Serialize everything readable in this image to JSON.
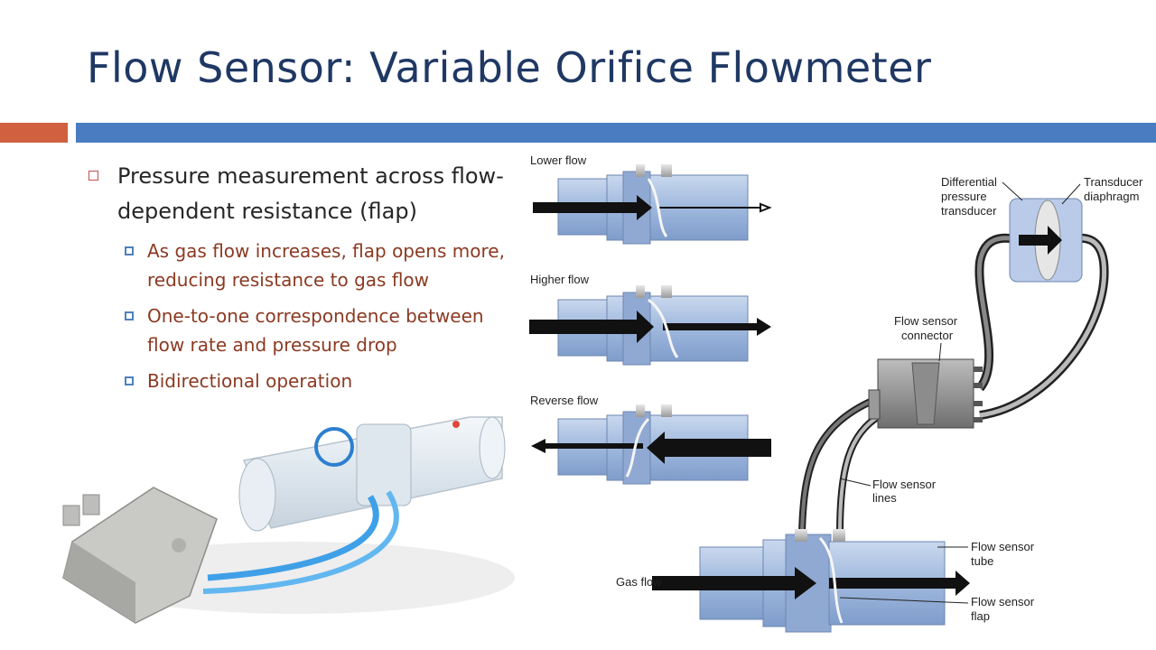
{
  "slide": {
    "title": "Flow Sensor: Variable Orifice Flowmeter",
    "colors": {
      "title": "#1f3864",
      "accent_orange": "#d0603f",
      "accent_blue": "#4a7cc2",
      "sub_text": "#8b3a22"
    }
  },
  "bullets": {
    "main": "Pressure measurement across flow-dependent resistance (flap)",
    "sub": [
      "As gas flow increases, flap opens more, reducing resistance to gas flow",
      "One-to-one correspondence between flow rate and pressure drop",
      "Bidirectional operation"
    ]
  },
  "diagram": {
    "panels": [
      "Lower flow",
      "Higher flow",
      "Reverse flow"
    ],
    "labels": {
      "differential_line1": "Differential",
      "differential_line2": "pressure",
      "differential_line3": "transducer",
      "diaphragm_line1": "Transducer",
      "diaphragm_line2": "diaphragm",
      "connector_line1": "Flow sensor",
      "connector_line2": "connector",
      "lines_line1": "Flow sensor",
      "lines_line2": "lines",
      "tube_line1": "Flow sensor",
      "tube_line2": "tube",
      "flap_line1": "Flow sensor",
      "flap_line2": "flap",
      "gas_flow": "Gas flow"
    }
  }
}
